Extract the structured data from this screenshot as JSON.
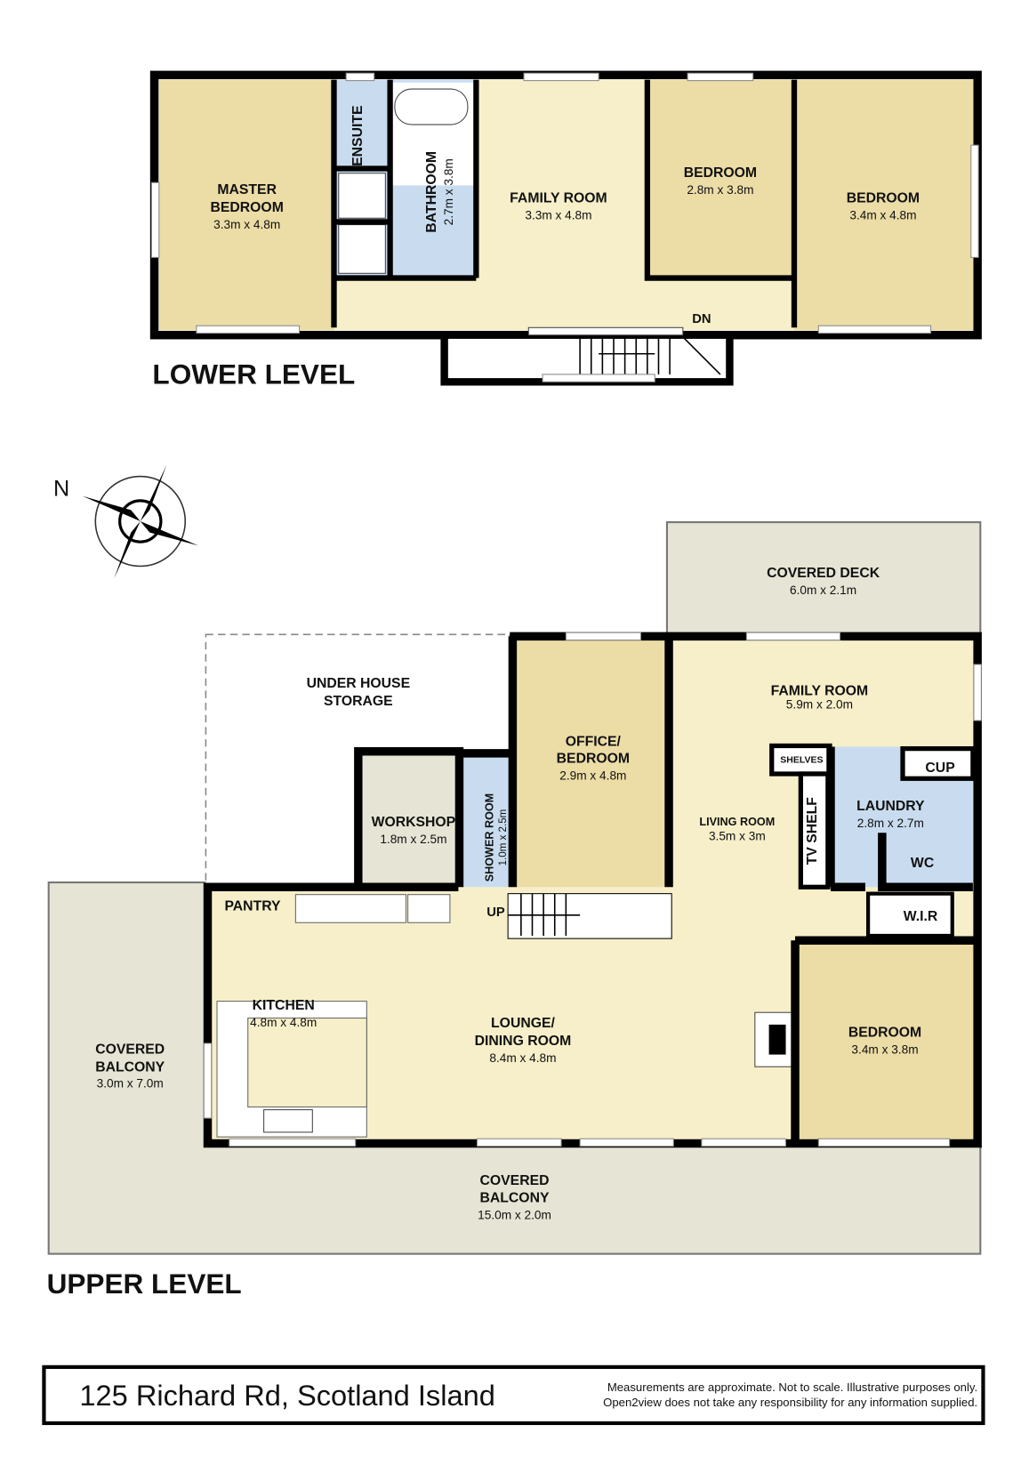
{
  "lower_level": {
    "title": "LOWER LEVEL",
    "rooms": [
      {
        "name": "MASTER",
        "name2": "BEDROOM",
        "size": "3.3m x 4.8m"
      },
      {
        "name": "ENSUITE"
      },
      {
        "name": "BATHROOM",
        "size": "2.7m x 3.8m"
      },
      {
        "name": "FAMILY ROOM",
        "size": "3.3m x 4.8m"
      },
      {
        "name": "BEDROOM",
        "size": "2.8m x 3.8m"
      },
      {
        "name": "BEDROOM",
        "size": "3.4m x 4.8m"
      }
    ],
    "stairs_label": "DN"
  },
  "upper_level": {
    "title": "UPPER LEVEL",
    "compass_label": "N",
    "rooms": {
      "covered_deck": {
        "name": "COVERED DECK",
        "size": "6.0m x 2.1m"
      },
      "under_house": {
        "name": "UNDER HOUSE",
        "name2": "STORAGE"
      },
      "office": {
        "name": "OFFICE/",
        "name2": "BEDROOM",
        "size": "2.9m x 4.8m"
      },
      "family_room": {
        "name": "FAMILY ROOM",
        "size": "5.9m x 2.0m"
      },
      "shelves": {
        "name": "SHELVES"
      },
      "cup": {
        "name": "CUP"
      },
      "tv_shelf": {
        "name": "TV SHELF"
      },
      "laundry": {
        "name": "LAUNDRY",
        "size": "2.8m x 2.7m"
      },
      "wc": {
        "name": "WC"
      },
      "living_room": {
        "name": "LIVING ROOM",
        "size": "3.5m x 3m"
      },
      "workshop": {
        "name": "WORKSHOP",
        "size": "1.8m x 2.5m"
      },
      "shower_room": {
        "name": "SHOWER ROOM",
        "size": "1.0m x 2.5m"
      },
      "pantry": {
        "name": "PANTRY"
      },
      "wir": {
        "name": "W.I.R"
      },
      "kitchen": {
        "name": "KITCHEN",
        "size": "4.8m x 4.8m"
      },
      "lounge": {
        "name": "LOUNGE/",
        "name2": "DINING ROOM",
        "size": "8.4m x 4.8m"
      },
      "bedroom": {
        "name": "BEDROOM",
        "size": "3.4m x 3.8m"
      },
      "balcony_side": {
        "name": "COVERED",
        "name2": "BALCONY",
        "size": "3.0m x 7.0m"
      },
      "balcony_front": {
        "name": "COVERED",
        "name2": "BALCONY",
        "size": "15.0m x 2.0m"
      }
    },
    "stairs_label": "UP"
  },
  "footer": {
    "address": "125 Richard Rd, Scotland Island",
    "disclaimer_1": "Measurements are approximate. Not to scale. Illustrative purposes only.",
    "disclaimer_2": "Open2view does not take any responsibility for any information supplied."
  },
  "colors": {
    "bedroom": "#ecdca6",
    "living": "#f6efc9",
    "wet": "#c9dcef",
    "outdoor": "#e6e4d4",
    "office": "#ecdca6"
  }
}
